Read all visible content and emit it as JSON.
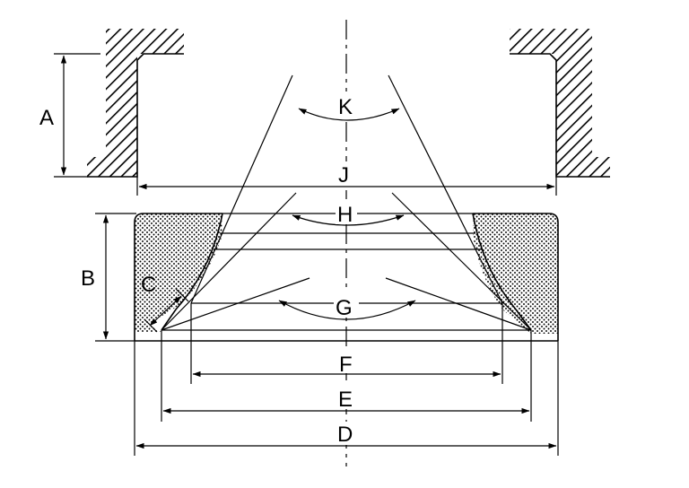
{
  "labels": {
    "A": "A",
    "B": "B",
    "C": "C",
    "D": "D",
    "E": "E",
    "F": "F",
    "G": "G",
    "H": "H",
    "J": "J",
    "K": "K"
  }
}
